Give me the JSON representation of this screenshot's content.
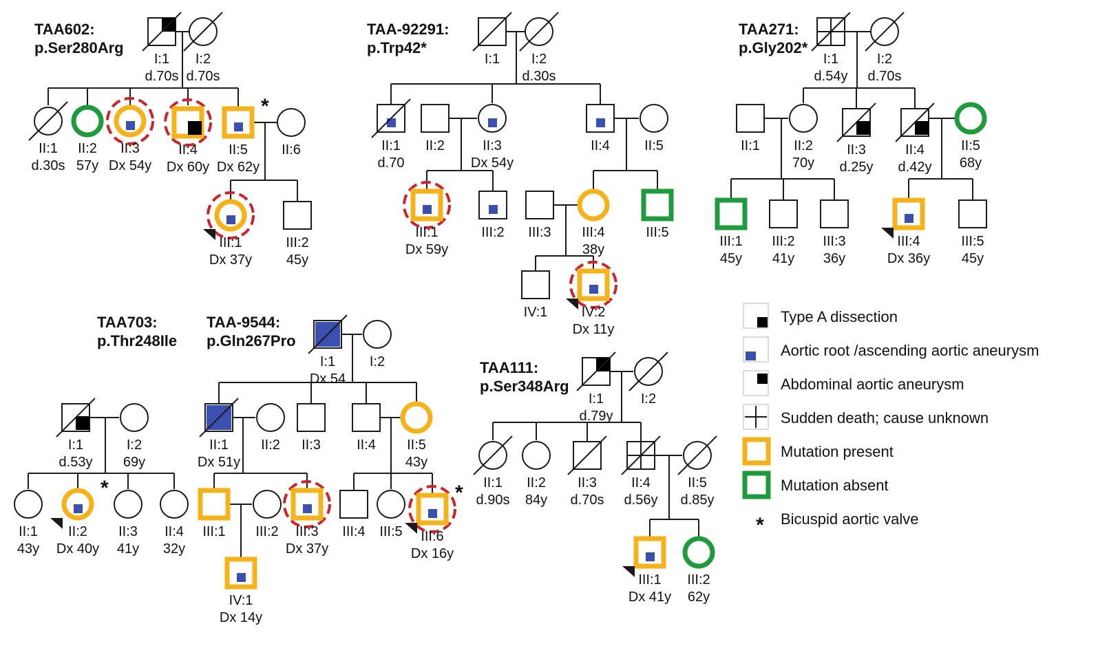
{
  "colors": {
    "line": "#1a1a1a",
    "aneurysm": "#3b4fb0",
    "dissection": "#000000",
    "mutation_present": "#f6b21b",
    "mutation_absent": "#1f9a3c",
    "circled": "#c8242b"
  },
  "families": [
    {
      "id": "taa602",
      "title": [
        "TAA602:",
        "p.Ser280Arg"
      ],
      "members": [
        {
          "id": "I:1",
          "sex": "m",
          "deceased": true,
          "dissection": true,
          "labels": [
            "I:1",
            "d.70s"
          ]
        },
        {
          "id": "I:2",
          "sex": "f",
          "deceased": true,
          "labels": [
            "I:2",
            "d.70s"
          ]
        },
        {
          "id": "II:1",
          "sex": "f",
          "deceased": true,
          "labels": [
            "II:1",
            "d.30s"
          ]
        },
        {
          "id": "II:2",
          "sex": "f",
          "mutation": "absent",
          "labels": [
            "II:2",
            "57y"
          ]
        },
        {
          "id": "II:3",
          "sex": "f",
          "mutation": "present",
          "aneurysm": true,
          "circled": true,
          "labels": [
            "II:3",
            "Dx 54y"
          ]
        },
        {
          "id": "II:4",
          "sex": "m",
          "mutation": "present",
          "dissection": true,
          "circled": true,
          "labels": [
            "II:4",
            "Dx 60y"
          ]
        },
        {
          "id": "II:5",
          "sex": "m",
          "mutation": "present",
          "aneurysm": true,
          "bav": true,
          "labels": [
            "II:5",
            "Dx 62y"
          ]
        },
        {
          "id": "II:6",
          "sex": "f",
          "labels": [
            "II:6"
          ]
        },
        {
          "id": "III:1",
          "sex": "f",
          "mutation": "present",
          "aneurysm": true,
          "circled": true,
          "proband": true,
          "labels": [
            "III:1",
            "Dx 37y"
          ]
        },
        {
          "id": "III:2",
          "sex": "m",
          "labels": [
            "III:2",
            "45y"
          ]
        }
      ]
    },
    {
      "id": "taa92291",
      "title": [
        "TAA-92291:",
        "p.Trp42*"
      ],
      "members": [
        {
          "id": "I:1",
          "sex": "m",
          "deceased": true,
          "labels": [
            "I:1"
          ]
        },
        {
          "id": "I:2",
          "sex": "f",
          "deceased": true,
          "labels": [
            "I:2",
            "d.30s"
          ]
        },
        {
          "id": "II:1",
          "sex": "m",
          "deceased": true,
          "aneurysm": true,
          "labels": [
            "II:1",
            "d.70"
          ]
        },
        {
          "id": "II:2",
          "sex": "m",
          "labels": [
            "II:2"
          ]
        },
        {
          "id": "II:3",
          "sex": "f",
          "aneurysm": true,
          "labels": [
            "II:3",
            "Dx 54y"
          ]
        },
        {
          "id": "II:4",
          "sex": "m",
          "aneurysm": true,
          "labels": [
            "II:4"
          ]
        },
        {
          "id": "II:5",
          "sex": "f",
          "labels": [
            "II:5"
          ]
        },
        {
          "id": "III:1",
          "sex": "m",
          "mutation": "present",
          "aneurysm": true,
          "circled": true,
          "labels": [
            "III:1",
            "Dx 59y"
          ]
        },
        {
          "id": "III:2",
          "sex": "m",
          "aneurysm": true,
          "labels": [
            "III:2"
          ]
        },
        {
          "id": "III:3",
          "sex": "m",
          "labels": [
            "III:3"
          ]
        },
        {
          "id": "III:4",
          "sex": "f",
          "mutation": "present",
          "labels": [
            "III:4",
            "38y"
          ]
        },
        {
          "id": "III:5",
          "sex": "m",
          "mutation": "absent",
          "labels": [
            "III:5"
          ]
        },
        {
          "id": "IV:1",
          "sex": "m",
          "labels": [
            "IV:1"
          ]
        },
        {
          "id": "IV:2",
          "sex": "m",
          "mutation": "present",
          "aneurysm": true,
          "circled": true,
          "proband": true,
          "labels": [
            "IV:2",
            "Dx 11y"
          ]
        }
      ]
    },
    {
      "id": "taa271",
      "title": [
        "TAA271:",
        "p.Gly202*"
      ],
      "members": [
        {
          "id": "I:1",
          "sex": "m",
          "sudden": true,
          "labels": [
            "I:1",
            "d.54y"
          ]
        },
        {
          "id": "I:2",
          "sex": "f",
          "deceased": true,
          "labels": [
            "I:2",
            "d.70s"
          ]
        },
        {
          "id": "II:1",
          "sex": "m",
          "labels": [
            "II:1"
          ]
        },
        {
          "id": "II:2",
          "sex": "f",
          "labels": [
            "II:2",
            "70y"
          ]
        },
        {
          "id": "II:3",
          "sex": "m",
          "deceased": true,
          "dissection": true,
          "labels": [
            "II:3",
            "d.25y"
          ]
        },
        {
          "id": "II:4",
          "sex": "m",
          "deceased": true,
          "dissection": true,
          "labels": [
            "II:4",
            "d.42y"
          ]
        },
        {
          "id": "II:5",
          "sex": "f",
          "mutation": "absent",
          "labels": [
            "II:5",
            "68y"
          ]
        },
        {
          "id": "III:1",
          "sex": "m",
          "mutation": "absent",
          "labels": [
            "III:1",
            "45y"
          ]
        },
        {
          "id": "III:2",
          "sex": "m",
          "labels": [
            "III:2",
            "41y"
          ]
        },
        {
          "id": "III:3",
          "sex": "m",
          "labels": [
            "III:3",
            "36y"
          ]
        },
        {
          "id": "III:4",
          "sex": "m",
          "mutation": "present",
          "aneurysm": true,
          "proband": true,
          "labels": [
            "III:4",
            "Dx 36y"
          ]
        },
        {
          "id": "III:5",
          "sex": "m",
          "labels": [
            "III:5",
            "45y"
          ]
        }
      ]
    },
    {
      "id": "taa703",
      "title": [
        "TAA703:",
        "p.Thr248Ile"
      ],
      "members": [
        {
          "id": "I:1",
          "sex": "m",
          "deceased": true,
          "dissection": true,
          "labels": [
            "I:1",
            "d.53y"
          ]
        },
        {
          "id": "I:2",
          "sex": "f",
          "labels": [
            "I:2",
            "69y"
          ]
        },
        {
          "id": "II:1",
          "sex": "f",
          "labels": [
            "II:1",
            "43y"
          ]
        },
        {
          "id": "II:2",
          "sex": "f",
          "mutation": "present",
          "aneurysm": true,
          "bav": true,
          "proband": true,
          "labels": [
            "II:2",
            "Dx 40y"
          ]
        },
        {
          "id": "II:3",
          "sex": "f",
          "labels": [
            "II:3",
            "41y"
          ]
        },
        {
          "id": "II:4",
          "sex": "f",
          "labels": [
            "II:4",
            "32y"
          ]
        }
      ]
    },
    {
      "id": "taa9544",
      "title": [
        "TAA-9544:",
        "p.Gln267Pro"
      ],
      "members": [
        {
          "id": "I:1",
          "sex": "m",
          "deceased": true,
          "aneurysm_full": true,
          "labels": [
            "I:1",
            "Dx 54"
          ]
        },
        {
          "id": "I:2",
          "sex": "f",
          "labels": [
            "I:2"
          ]
        },
        {
          "id": "II:1",
          "sex": "m",
          "deceased": true,
          "aneurysm_full": true,
          "labels": [
            "II:1",
            "Dx 51y"
          ]
        },
        {
          "id": "II:2",
          "sex": "f",
          "labels": [
            "II:2"
          ]
        },
        {
          "id": "II:3",
          "sex": "m",
          "labels": [
            "II:3"
          ]
        },
        {
          "id": "II:4",
          "sex": "m",
          "labels": [
            "II:4"
          ]
        },
        {
          "id": "II:5",
          "sex": "f",
          "mutation": "present",
          "labels": [
            "II:5",
            "43y"
          ]
        },
        {
          "id": "III:1",
          "sex": "m",
          "mutation": "present",
          "labels": [
            "III:1"
          ]
        },
        {
          "id": "III:2",
          "sex": "f",
          "labels": [
            "III:2"
          ]
        },
        {
          "id": "III:3",
          "sex": "m",
          "mutation": "present",
          "aneurysm": true,
          "circled": true,
          "labels": [
            "III:3",
            "Dx 37y"
          ]
        },
        {
          "id": "III:4",
          "sex": "m",
          "labels": [
            "III:4"
          ]
        },
        {
          "id": "III:5",
          "sex": "f",
          "labels": [
            "III:5"
          ]
        },
        {
          "id": "III:6",
          "sex": "m",
          "mutation": "present",
          "aneurysm": true,
          "circled": true,
          "bav": true,
          "proband": true,
          "labels": [
            "III:6",
            "Dx 16y"
          ]
        },
        {
          "id": "IV:1",
          "sex": "m",
          "mutation": "present",
          "aneurysm": true,
          "labels": [
            "IV:1",
            "Dx 14y"
          ]
        }
      ]
    },
    {
      "id": "taa111",
      "title": [
        "TAA111:",
        "p.Ser348Arg"
      ],
      "members": [
        {
          "id": "I:1",
          "sex": "m",
          "deceased": true,
          "dissection": true,
          "labels": [
            "I:1",
            "d.79y"
          ]
        },
        {
          "id": "I:2",
          "sex": "f",
          "deceased": true,
          "labels": [
            "I:2"
          ]
        },
        {
          "id": "II:1",
          "sex": "f",
          "deceased": true,
          "labels": [
            "II:1",
            "d.90s"
          ]
        },
        {
          "id": "II:2",
          "sex": "f",
          "labels": [
            "II:2",
            "84y"
          ]
        },
        {
          "id": "II:3",
          "sex": "m",
          "deceased": true,
          "labels": [
            "II:3",
            "d.70s"
          ]
        },
        {
          "id": "II:4",
          "sex": "m",
          "sudden": true,
          "labels": [
            "II:4",
            "d.56y"
          ]
        },
        {
          "id": "II:5",
          "sex": "f",
          "deceased": true,
          "labels": [
            "II:5",
            "d.85y"
          ]
        },
        {
          "id": "III:1",
          "sex": "m",
          "mutation": "present",
          "aneurysm": true,
          "proband": true,
          "labels": [
            "III:1",
            "Dx 41y"
          ]
        },
        {
          "id": "III:2",
          "sex": "f",
          "mutation": "absent",
          "labels": [
            "III:2",
            "62y"
          ]
        }
      ]
    }
  ],
  "legend": [
    {
      "symbol": "dissection",
      "label": "Type A dissection"
    },
    {
      "symbol": "aneurysm",
      "label": "Aortic root /ascending aortic aneurysm"
    },
    {
      "symbol": "abdominal",
      "label": "Abdominal aortic aneurysm"
    },
    {
      "symbol": "sudden",
      "label": "Sudden death; cause unknown"
    },
    {
      "symbol": "present",
      "label": "Mutation present"
    },
    {
      "symbol": "absent",
      "label": "Mutation absent"
    },
    {
      "symbol": "bav",
      "label": "Bicuspid aortic valve",
      "glyph": "*"
    }
  ]
}
